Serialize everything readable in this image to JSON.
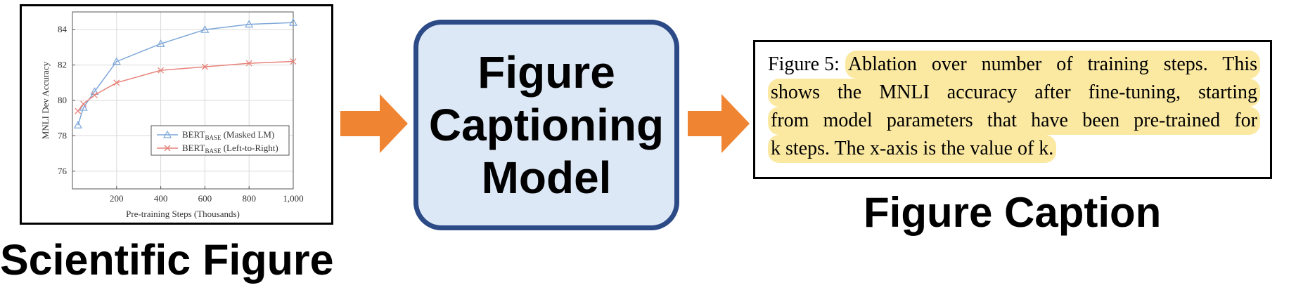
{
  "labels": {
    "figure": "Scientific Figure",
    "model_line1": "Figure",
    "model_line2": "Captioning",
    "model_line3": "Model",
    "caption": "Figure Caption"
  },
  "caption": {
    "prefix": "Figure 5:",
    "lines": [
      "Ablation over number of training steps. This",
      "shows the MNLI accuracy after fine-tuning, starting",
      "from model parameters that have been pre-trained for",
      "k steps. The x-axis is the value of k."
    ]
  },
  "colors": {
    "arrow": "#ef8533",
    "box_fill": "#dde8f6",
    "box_border": "#2c4a86",
    "highlight": "#fbe9a2",
    "series_blue": "#7da7d9",
    "series_red": "#e8837a"
  },
  "chart_data": {
    "type": "line",
    "xlabel": "Pre-training Steps (Thousands)",
    "ylabel": "MNLI Dev Accuracy",
    "xlim": [
      0,
      1000
    ],
    "ylim": [
      75,
      85
    ],
    "xticks": [
      200,
      400,
      600,
      800,
      1000
    ],
    "xtick_labels": [
      "200",
      "400",
      "600",
      "800",
      "1,000"
    ],
    "yticks": [
      76,
      78,
      80,
      82,
      84
    ],
    "grid": true,
    "legend_position": "bottom-right",
    "series": [
      {
        "name": "BERT_BASE (Masked LM)",
        "legend_main": "BERT",
        "legend_sub": "BASE",
        "legend_rest": "(Masked LM)",
        "marker": "triangle",
        "color": "#7da7d9",
        "x": [
          25,
          50,
          100,
          200,
          400,
          600,
          800,
          1000
        ],
        "y": [
          78.6,
          79.6,
          80.5,
          82.2,
          83.2,
          84.0,
          84.3,
          84.4
        ]
      },
      {
        "name": "BERT_BASE (Left-to-Right)",
        "legend_main": "BERT",
        "legend_sub": "BASE",
        "legend_rest": "(Left-to-Right)",
        "marker": "x",
        "color": "#e8837a",
        "x": [
          25,
          50,
          100,
          200,
          400,
          600,
          800,
          1000
        ],
        "y": [
          79.4,
          79.8,
          80.3,
          81.0,
          81.7,
          81.9,
          82.1,
          82.2
        ]
      }
    ]
  }
}
